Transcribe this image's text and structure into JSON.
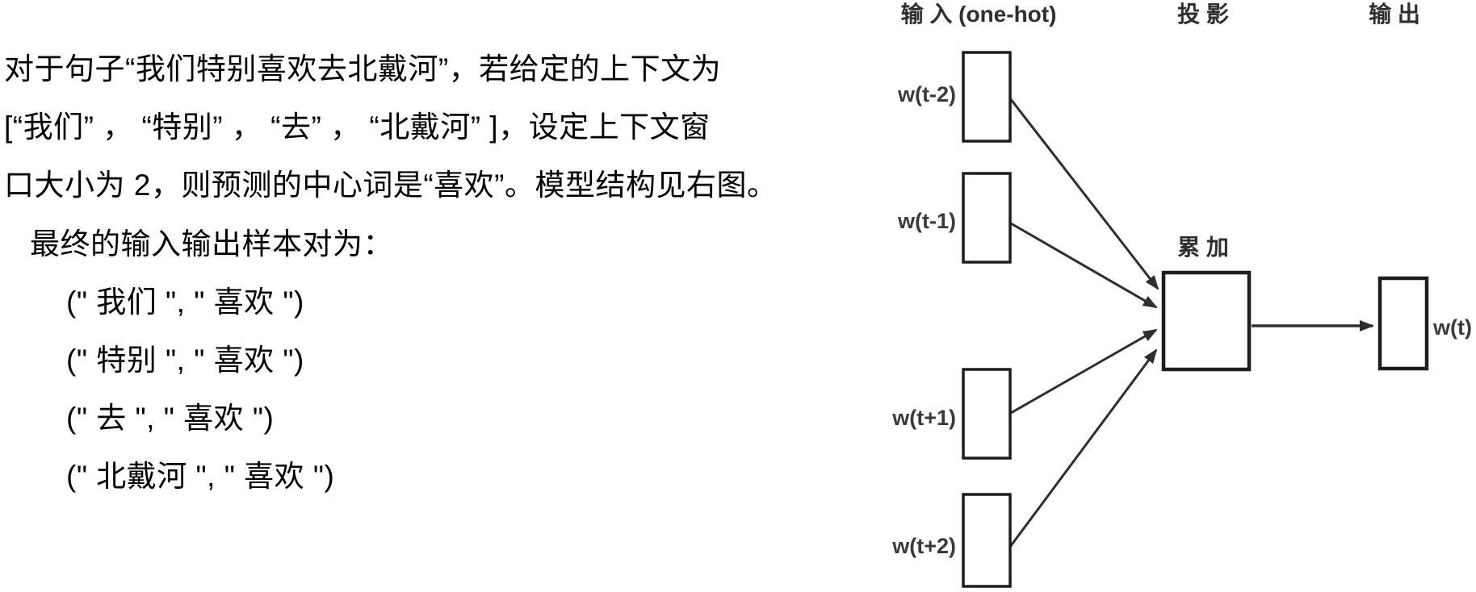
{
  "colors": {
    "text": "#000000",
    "diagram_stroke": "#1d1d1d",
    "arrow": "#2e2e2e",
    "label": "#3a3a3a"
  },
  "paragraph": {
    "lines": [
      "对于句子“我们特别喜欢去北戴河”，若给定的上下文为",
      "[“我们” ， “特别” ， “去” ， “北戴河” ]，设定上下文窗",
      "口大小为 2，则预测的中心词是“喜欢”。模型结构见右图。",
      "最终的输入输出样本对为："
    ],
    "pairs": [
      "(\" 我们 \", \" 喜欢 \")",
      "(\" 特别 \", \" 喜欢 \")",
      "(\" 去 \", \" 喜欢 \")",
      "(\" 北戴河 \", \" 喜欢 \")"
    ]
  },
  "diagram": {
    "headers": {
      "input": "输 入 (one-hot)",
      "projection": "投 影",
      "output": "输 出"
    },
    "input_labels": {
      "0": "w(t-2)",
      "1": "w(t-1)",
      "2": "w(t+1)",
      "3": "w(t+2)"
    },
    "projection_label": "累 加",
    "output_label": "w(t)"
  }
}
